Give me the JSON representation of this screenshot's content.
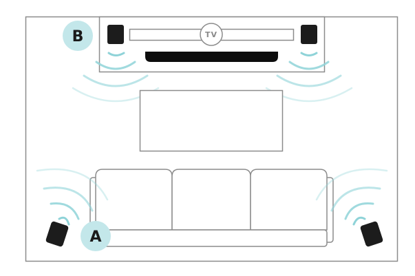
{
  "labels": {
    "tv": "TV",
    "badge_a": "A",
    "badge_b": "B"
  },
  "colors": {
    "outline": "#8c8c8c",
    "speaker": "#1c1c1c",
    "soundbar": "#0d0d0d",
    "wave": "#8fd3d8",
    "badge": "#c3e7ea",
    "text": "#1a1a1a"
  },
  "icons": {
    "speaker": "speaker-icon",
    "sound_wave": "sound-waves-icon"
  }
}
